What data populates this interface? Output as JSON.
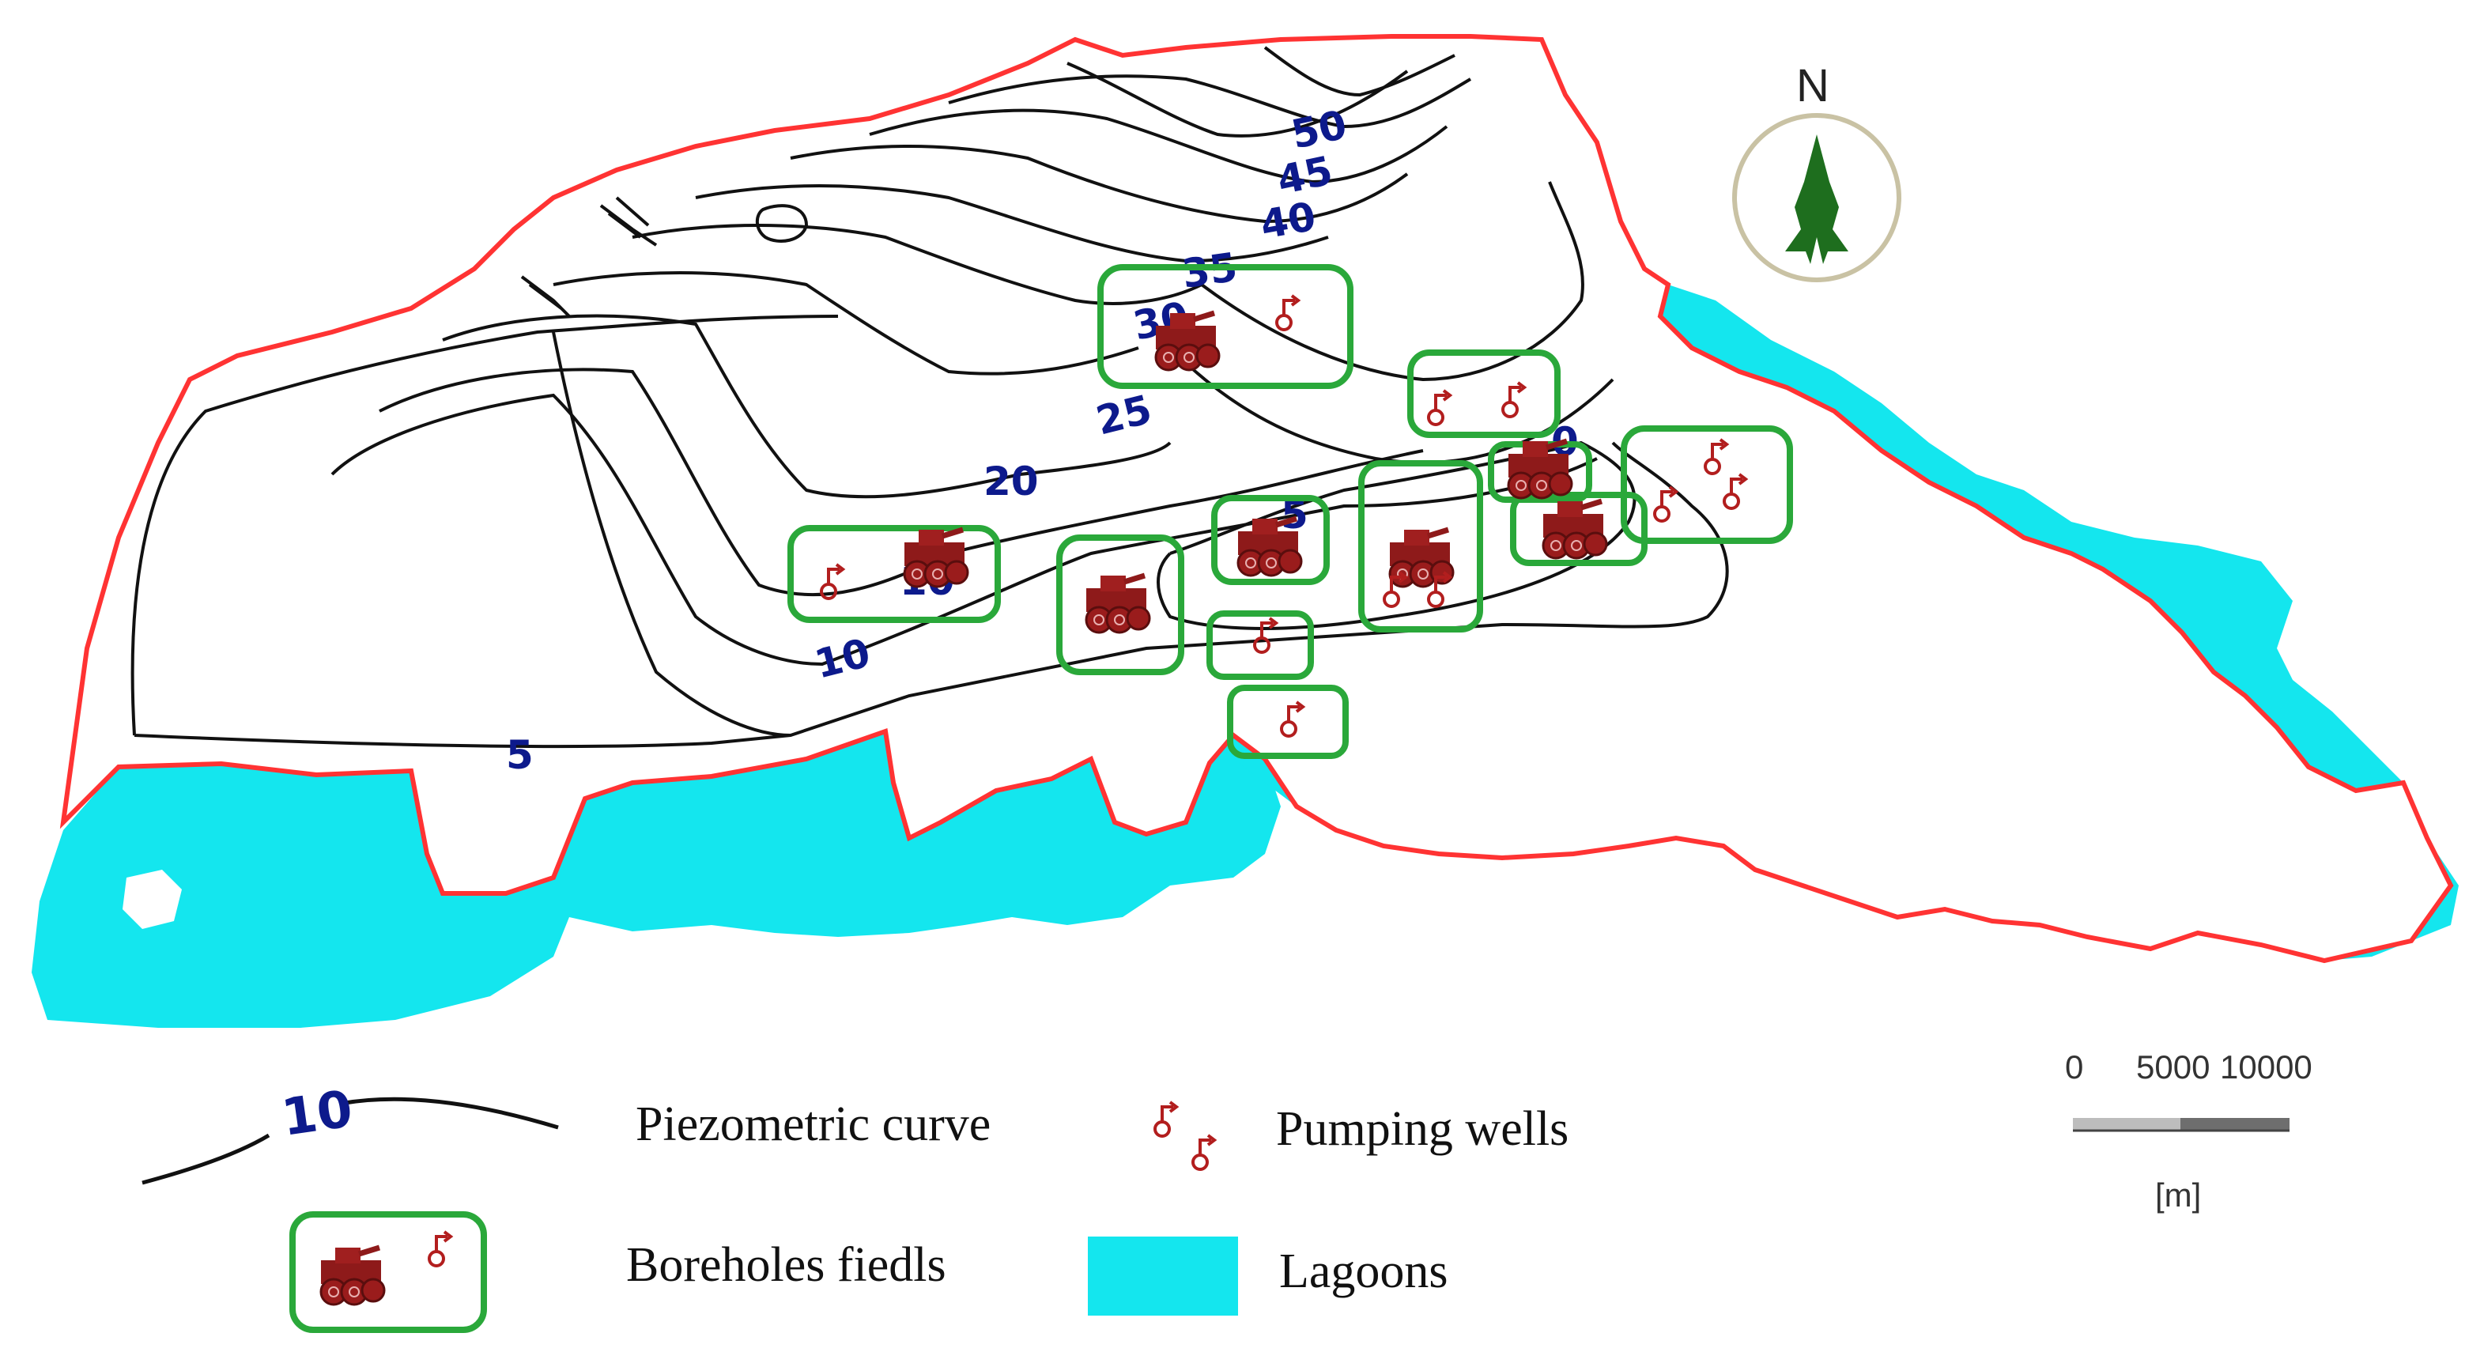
{
  "map": {
    "colors": {
      "boundary": "#ff3333",
      "contour": "#111111",
      "contour_label": "#0d1a8c",
      "lagoon": "#14e6ee",
      "field_box": "#2aa83a",
      "borehole": "#8e1a1a",
      "north_arrow": "#1e6e1e",
      "compass_ring": "#c9c2a4"
    },
    "contour_labels": [
      "50",
      "45",
      "40",
      "35",
      "30",
      "25",
      "20",
      "10",
      "5",
      "0",
      "5",
      "10"
    ],
    "north_label": "N"
  },
  "legend": {
    "curve_value": "10",
    "curve_label": "Piezometric curve",
    "wells_label": "Pumping wells",
    "fields_label": "Boreholes fiedls",
    "lagoons_label": "Lagoons"
  },
  "scale": {
    "tick_0": "0",
    "tick_mid": "5000",
    "tick_max": "10000",
    "unit": "[m]"
  }
}
